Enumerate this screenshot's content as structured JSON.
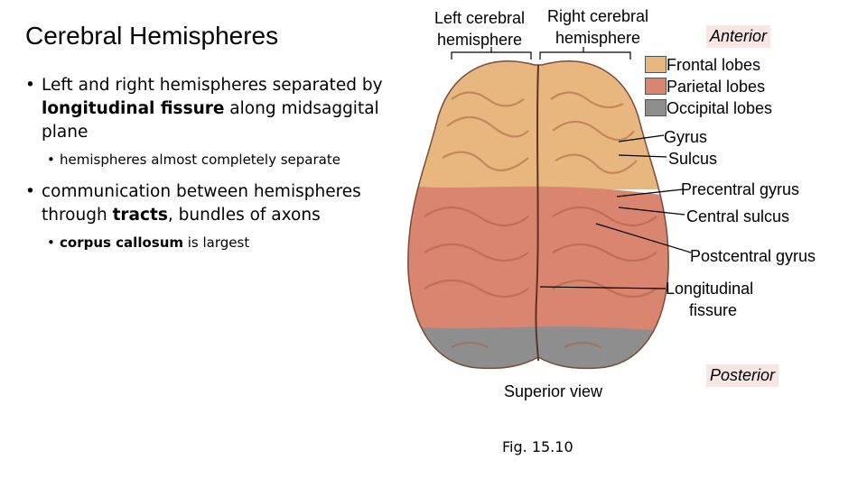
{
  "slide": {
    "title": "Cerebral Hemispheres",
    "bullets": {
      "b1_pre": "Left and right hemispheres separated by ",
      "b1_bold": "longitudinal fissure",
      "b1_post": " along midsaggital plane",
      "b1_sub": "hemispheres almost completely separate",
      "b2_pre": "communication between hemispheres through ",
      "b2_bold": "tracts",
      "b2_post": ", bundles of axons",
      "b2_sub_bold": "corpus callosum",
      "b2_sub_post": " is largest"
    }
  },
  "diagram": {
    "left_hemisphere": [
      "Left cerebral",
      "hemisphere"
    ],
    "right_hemisphere": [
      "Right cerebral",
      "hemisphere"
    ],
    "anterior": "Anterior",
    "posterior": "Posterior",
    "legend": [
      {
        "label": "Frontal lobes",
        "color": "#e8b77f"
      },
      {
        "label": "Parietal lobes",
        "color": "#d98570"
      },
      {
        "label": "Occipital lobes",
        "color": "#8e8e8e"
      }
    ],
    "labels": {
      "gyrus": "Gyrus",
      "sulcus": "Sulcus",
      "precentral_gyrus": "Precentral gyrus",
      "central_sulcus": "Central sulcus",
      "postcentral_gyrus": "Postcentral gyrus",
      "longitudinal_fissure": [
        "Longitudinal",
        "fissure"
      ]
    },
    "view_caption": "Superior view",
    "figure_caption": "Fig. 15.10"
  }
}
